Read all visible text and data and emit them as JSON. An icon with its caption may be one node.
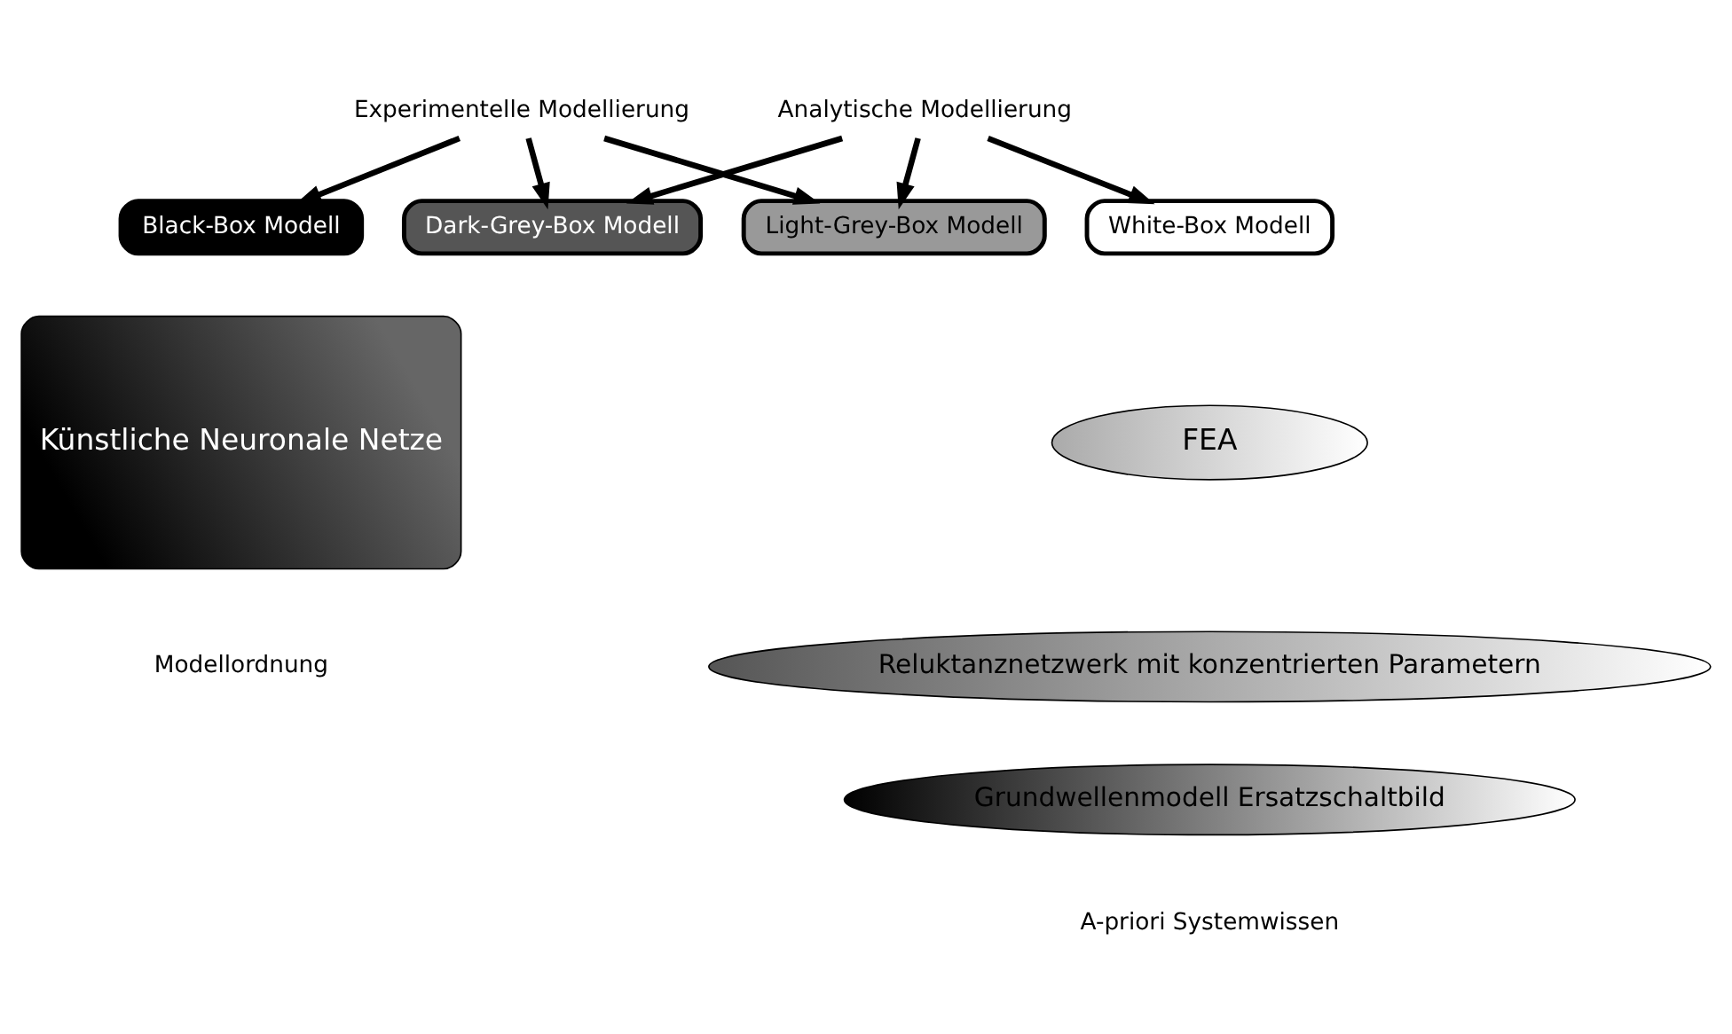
{
  "diagram": {
    "nodes": [
      {
        "text": [
          "Experimentelle Modellierung"
        ]
      },
      {
        "text": [
          "Analytische Modellierung"
        ]
      },
      {
        "text": [
          "Black-Box Modell"
        ]
      },
      {
        "text": [
          "Dark-Grey-Box Modell"
        ]
      },
      {
        "text": [
          "Light-Grey-Box Modell"
        ]
      },
      {
        "text": [
          "White-Box Modell"
        ]
      },
      {
        "text": [
          "Künstliche Neuronale Netze"
        ]
      },
      {
        "text": [
          "FEA"
        ]
      },
      {
        "text": [
          "Reluktanznetzwerk mit konzentrierten Parametern"
        ]
      },
      {
        "text": [
          "Grundwellenmodell Ersatzschaltbild"
        ]
      }
    ],
    "edges": [
      {
        "from": 0,
        "to": 2,
        "arrow": "to"
      },
      {
        "from": 0,
        "to": 3,
        "arrow": "to"
      },
      {
        "from": 0,
        "to": 4,
        "arrow": "to"
      },
      {
        "from": 1,
        "to": 5,
        "arrow": "to"
      },
      {
        "from": 1,
        "to": 4,
        "arrow": "to"
      },
      {
        "from": 1,
        "to": 3,
        "arrow": "to"
      }
    ],
    "labels": [
      "Modellordnung",
      "A-priori Systemwissen"
    ]
  }
}
